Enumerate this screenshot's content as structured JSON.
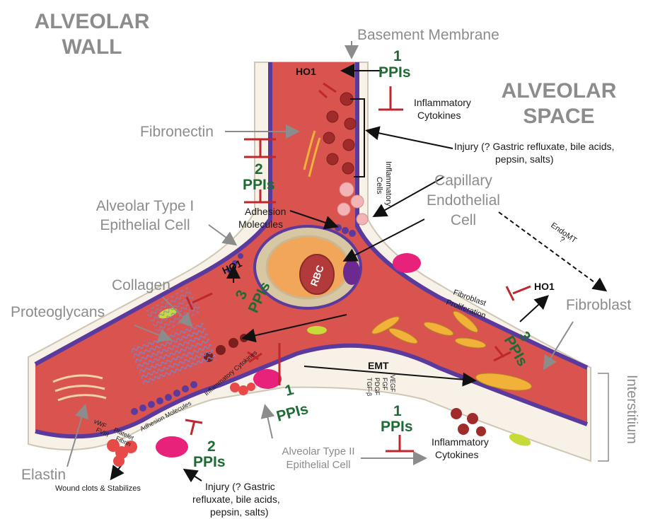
{
  "regions": {
    "alveolar_wall": [
      "ALVEOLAR",
      "WALL"
    ],
    "alveolar_space": [
      "ALVEOLAR",
      "SPACE"
    ],
    "interstitium": "Interstitium"
  },
  "structures": {
    "basement_membrane": "Basement Membrane",
    "fibronectin": "Fibronectin",
    "type1_cell": [
      "Alveolar Type I",
      "Epithelial Cell"
    ],
    "capillary_endothelial": [
      "Capillary",
      "Endothelial",
      "Cell"
    ],
    "collagen": "Collagen",
    "proteoglycans": "Proteoglycans",
    "fibroblast": "Fibroblast",
    "elastin": "Elastin",
    "type2_cell": [
      "Alveolar Type II",
      "Epithelial Cell"
    ],
    "rbc": "RBC"
  },
  "interventions": {
    "ppi_label": "PPIs",
    "ho1": "HO1",
    "top_number": "1",
    "left_number": "2",
    "center_number": "3",
    "right_number": "3",
    "bottom_center_number": "1",
    "bottom_right_number": "1",
    "bottom_left_number": "2"
  },
  "annotations": {
    "inflammatory_cytokines_top": [
      "Inflammatory",
      "Cytokines"
    ],
    "injury_top": [
      "Injury (? Gastric refluxate, bile acids,",
      "pepsin, salts)"
    ],
    "inflammatory_cells": [
      "Inflammatory",
      "Cells"
    ],
    "adhesion_molecules_top": [
      "Adhesion",
      "Molecules"
    ],
    "endomt": [
      "EndoMT",
      "?"
    ],
    "fibroblast_proliferation": [
      "Fibroblast",
      "Proliferation"
    ],
    "emt": "EMT",
    "growth_factors": [
      "VEGF",
      "FGF",
      "PDGF",
      "TGF-β"
    ],
    "inflammatory_cytokines_diag": "Inflammatory Cytokines",
    "adhesion_molecules_diag": "Adhesion Molecules",
    "clotting_factors": [
      "vWF",
      "FVIII",
      "Platelet",
      "Fibrin"
    ],
    "inflammatory_cytokines_bottom": [
      "Inflammatory",
      "Cytokines"
    ],
    "wound_clots": "Wound clots & Stabilizes",
    "injury_bottom": [
      "Injury (? Gastric",
      "refluxate, bile acids,",
      "pepsin, salts)"
    ]
  },
  "colors": {
    "vessel": "#d9534f",
    "membrane": "#5b3a9e",
    "tissue": "#d8d0be",
    "ppi_green": "#1e6b34",
    "inhibit_red": "#c0272d",
    "fibroblast": "#f2b23a"
  }
}
